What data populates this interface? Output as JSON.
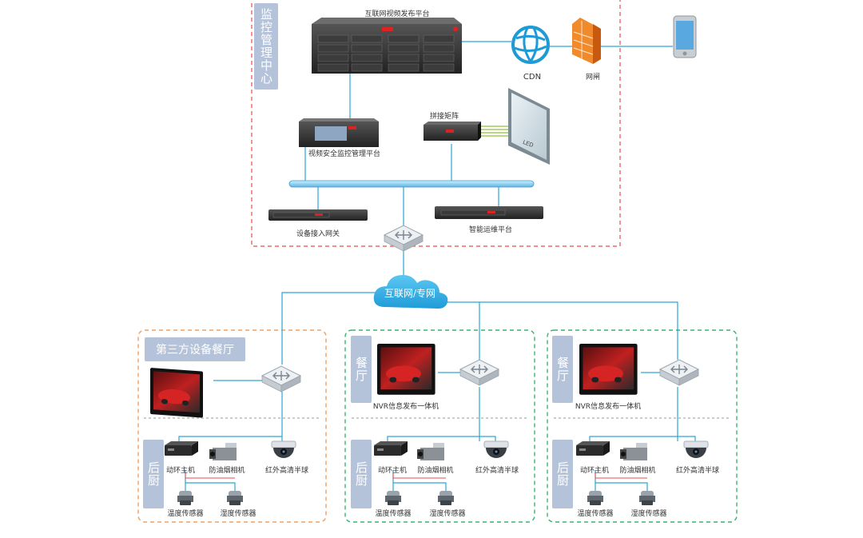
{
  "center": {
    "label": "监控管理中心",
    "cdn": "CDN",
    "gateway_top": "网闸",
    "platform_publish": "互联网视频发布平台",
    "platform_security": "视频安全监控管理平台",
    "matrix": "拼接矩阵",
    "access_gateway": "设备接入网关",
    "ops_platform": "智能运维平台",
    "led": "LED"
  },
  "network": {
    "cloud": "互联网/专网"
  },
  "restaurants": [
    {
      "title": "第三方设备餐厅",
      "kitchen": "后厨",
      "display_label": "",
      "devices": [
        "动环主机",
        "防油烟相机",
        "红外高清半球"
      ],
      "sensors": [
        "温度传感器",
        "湿度传感器"
      ]
    },
    {
      "title": "餐厅",
      "kitchen": "后厨",
      "display_label": "NVR信息发布一体机",
      "devices": [
        "动环主机",
        "防油烟相机",
        "红外高清半球"
      ],
      "sensors": [
        "温度传感器",
        "湿度传感器"
      ]
    },
    {
      "title": "餐厅",
      "kitchen": "后厨",
      "display_label": "NVR信息发布一体机",
      "devices": [
        "动环主机",
        "防油烟相机",
        "红外高清半球"
      ],
      "sensors": [
        "温度传感器",
        "湿度传感器"
      ]
    }
  ],
  "colors": {
    "line": "#2aa6d6",
    "red_border": "#e84c4c",
    "orange_border": "#f0a060",
    "green_border": "#3cb371",
    "label_bg": "#b4c3da"
  }
}
